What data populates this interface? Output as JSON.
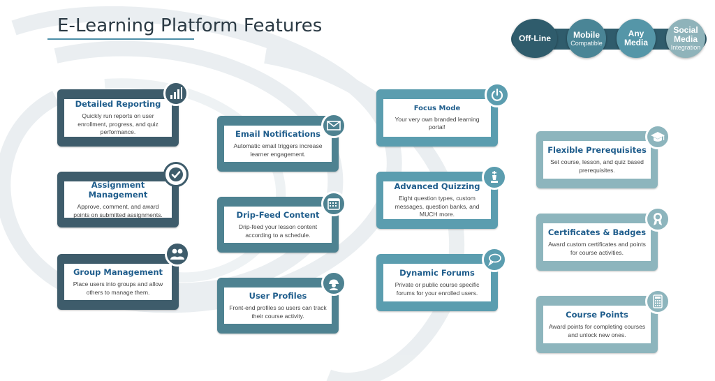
{
  "title": "E-Learning Platform Features",
  "colors": {
    "dark": "#3e5c6b",
    "mid": "#4e8291",
    "teal": "#5b9daf",
    "light": "#8db5bd",
    "title_blue": "#1f5d8c"
  },
  "pills": [
    {
      "label": "Off-Line",
      "sub": "",
      "color": "#2f5c6c"
    },
    {
      "label": "Mobile",
      "sub": "Compatible",
      "color": "#4a8596"
    },
    {
      "label": "Any\nMedia",
      "sub": "",
      "color": "#5596a8"
    },
    {
      "label": "Social\nMedia",
      "sub": "Integration",
      "color": "#8fb3ba"
    }
  ],
  "cards": [
    {
      "title": "Detailed Reporting",
      "desc": "Quickly run reports on user enrollment, progress, and quiz performance.",
      "icon": "bar-chart-icon",
      "tone": "dark"
    },
    {
      "title": "Assignment Management",
      "desc": "Approve, comment, and award points on submitted assignments.",
      "icon": "checkmark-icon",
      "tone": "dark"
    },
    {
      "title": "Group Management",
      "desc": "Place users into groups and allow others to manage them.",
      "icon": "group-icon",
      "tone": "dark"
    },
    {
      "title": "Email Notifications",
      "desc": "Automatic email triggers increase learner engagement.",
      "icon": "envelope-icon",
      "tone": "mid"
    },
    {
      "title": "Drip-Feed Content",
      "desc": "Drip-feed your lesson content according to a schedule.",
      "icon": "calendar-icon",
      "tone": "mid"
    },
    {
      "title": "User Profiles",
      "desc": "Front-end profiles so users can track their course activity.",
      "icon": "user-profile-icon",
      "tone": "mid"
    },
    {
      "title": "Focus Mode",
      "desc": "Your very own branded learning portal!",
      "icon": "power-icon",
      "tone": "teal"
    },
    {
      "title": "Advanced Quizzing",
      "desc": "Eight question types, custom messages, question banks, and MUCH more.",
      "icon": "chess-piece-icon",
      "tone": "teal"
    },
    {
      "title": "Dynamic Forums",
      "desc": "Private or public course specific forums for your enrolled users.",
      "icon": "chat-bubble-icon",
      "tone": "teal"
    },
    {
      "title": "Flexible Prerequisites",
      "desc": "Set course, lesson, and quiz based prerequisites.",
      "icon": "graduation-cap-icon",
      "tone": "light"
    },
    {
      "title": "Certificates & Badges",
      "desc": "Award custom certificates and points for course activities.",
      "icon": "award-ribbon-icon",
      "tone": "light"
    },
    {
      "title": "Course Points",
      "desc": "Award points for completing courses and unlock new ones.",
      "icon": "calculator-icon",
      "tone": "light"
    }
  ]
}
